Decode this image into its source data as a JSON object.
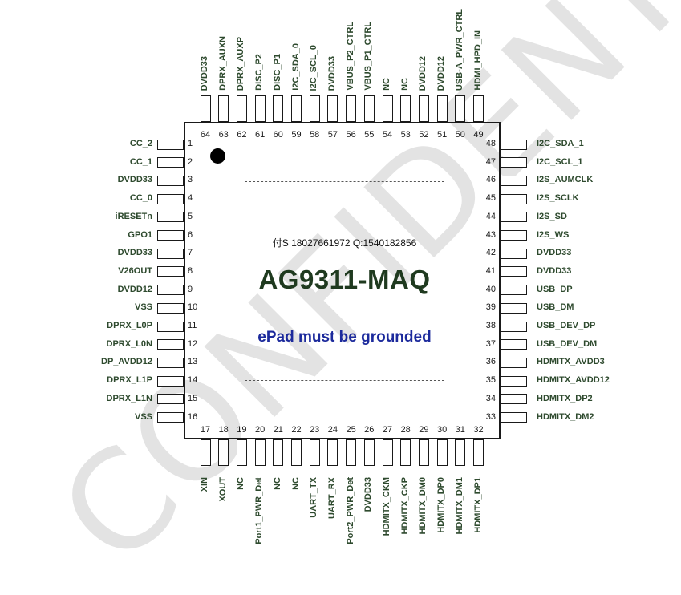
{
  "watermark": "CONFIDENTIAL",
  "chip": {
    "part_number": "AG9311-MAQ",
    "contact": "付S 18027661972  Q:1540182856",
    "epad_note": "ePad must be grounded"
  },
  "pins": {
    "left": [
      {
        "num": "1",
        "name": "CC_2"
      },
      {
        "num": "2",
        "name": "CC_1"
      },
      {
        "num": "3",
        "name": "DVDD33"
      },
      {
        "num": "4",
        "name": "CC_0"
      },
      {
        "num": "5",
        "name": "iRESETn"
      },
      {
        "num": "6",
        "name": "GPO1"
      },
      {
        "num": "7",
        "name": "DVDD33"
      },
      {
        "num": "8",
        "name": "V26OUT"
      },
      {
        "num": "9",
        "name": "DVDD12"
      },
      {
        "num": "10",
        "name": "VSS"
      },
      {
        "num": "11",
        "name": "DPRX_L0P"
      },
      {
        "num": "12",
        "name": "DPRX_L0N"
      },
      {
        "num": "13",
        "name": "DP_AVDD12"
      },
      {
        "num": "14",
        "name": "DPRX_L1P"
      },
      {
        "num": "15",
        "name": "DPRX_L1N"
      },
      {
        "num": "16",
        "name": "VSS"
      }
    ],
    "bottom": [
      {
        "num": "17",
        "name": "XIN"
      },
      {
        "num": "18",
        "name": "XOUT"
      },
      {
        "num": "19",
        "name": "NC"
      },
      {
        "num": "20",
        "name": "Port1_PWR_Det"
      },
      {
        "num": "21",
        "name": "NC"
      },
      {
        "num": "22",
        "name": "NC"
      },
      {
        "num": "23",
        "name": "UART_TX"
      },
      {
        "num": "24",
        "name": "UART_RX"
      },
      {
        "num": "25",
        "name": "Port2_PWR_Det"
      },
      {
        "num": "26",
        "name": "DVDD33"
      },
      {
        "num": "27",
        "name": "HDMITX_CKM"
      },
      {
        "num": "28",
        "name": "HDMITX_CKP"
      },
      {
        "num": "29",
        "name": "HDMITX_DM0"
      },
      {
        "num": "30",
        "name": "HDMITX_DP0"
      },
      {
        "num": "31",
        "name": "HDMITX_DM1"
      },
      {
        "num": "32",
        "name": "HDMITX_DP1"
      }
    ],
    "right": [
      {
        "num": "48",
        "name": "I2C_SDA_1"
      },
      {
        "num": "47",
        "name": "I2C_SCL_1"
      },
      {
        "num": "46",
        "name": "I2S_AUMCLK"
      },
      {
        "num": "45",
        "name": "I2S_SCLK"
      },
      {
        "num": "44",
        "name": "I2S_SD"
      },
      {
        "num": "43",
        "name": "I2S_WS"
      },
      {
        "num": "42",
        "name": "DVDD33"
      },
      {
        "num": "41",
        "name": "DVDD33"
      },
      {
        "num": "40",
        "name": "USB_DP"
      },
      {
        "num": "39",
        "name": "USB_DM"
      },
      {
        "num": "38",
        "name": "USB_DEV_DP"
      },
      {
        "num": "37",
        "name": "USB_DEV_DM"
      },
      {
        "num": "36",
        "name": "HDMITX_AVDD3"
      },
      {
        "num": "35",
        "name": "HDMITX_AVDD12"
      },
      {
        "num": "34",
        "name": "HDMITX_DP2"
      },
      {
        "num": "33",
        "name": "HDMITX_DM2"
      }
    ],
    "top": [
      {
        "num": "64",
        "name": "DVDD33"
      },
      {
        "num": "63",
        "name": "DPRX_AUXN"
      },
      {
        "num": "62",
        "name": "DPRX_AUXP"
      },
      {
        "num": "61",
        "name": "DISC_P2"
      },
      {
        "num": "60",
        "name": "DISC_P1"
      },
      {
        "num": "59",
        "name": "I2C_SDA_0"
      },
      {
        "num": "58",
        "name": "I2C_SCL_0"
      },
      {
        "num": "57",
        "name": "DVDD33"
      },
      {
        "num": "56",
        "name": "VBUS_P2_CTRL"
      },
      {
        "num": "55",
        "name": "VBUS_P1_CTRL"
      },
      {
        "num": "54",
        "name": "NC"
      },
      {
        "num": "53",
        "name": "NC"
      },
      {
        "num": "52",
        "name": "DVDD12"
      },
      {
        "num": "51",
        "name": "DVDD12"
      },
      {
        "num": "50",
        "name": "USB-A_PWR_CTRL"
      },
      {
        "num": "49",
        "name": "HDMI_HPD_IN"
      }
    ]
  }
}
